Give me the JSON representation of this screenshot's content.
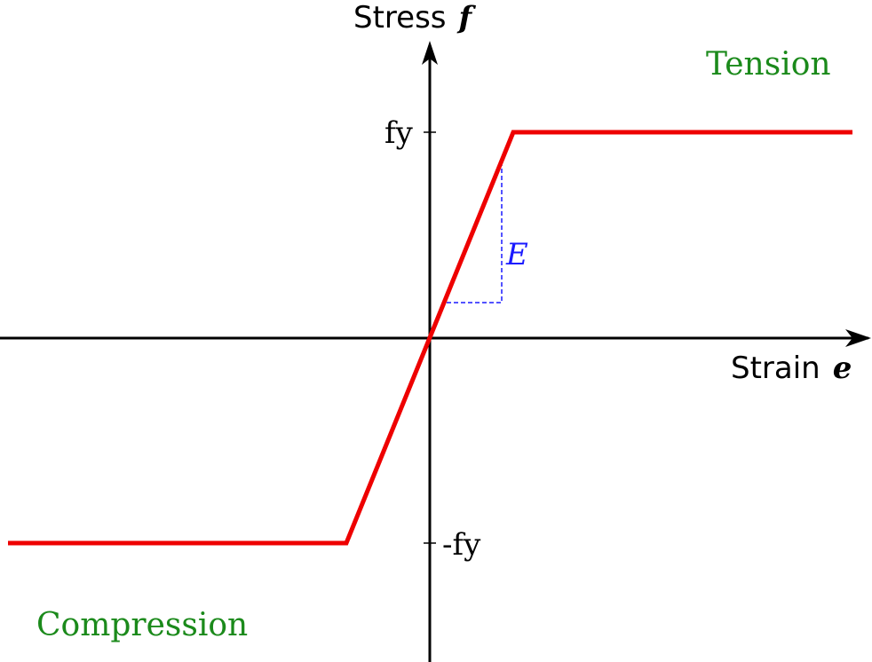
{
  "axes": {
    "y_title": "Stress",
    "y_symbol": "f",
    "x_title": "Strain",
    "x_symbol": "e"
  },
  "ticks": {
    "positive": "fy",
    "negative": "-fy"
  },
  "regions": {
    "tension": "Tension",
    "compression": "Compression"
  },
  "modulus_label": "E",
  "colors": {
    "curve": "#ee0000",
    "region": "#1b8a1b",
    "modulus": "#1a1aff",
    "axes": "#000000"
  }
}
